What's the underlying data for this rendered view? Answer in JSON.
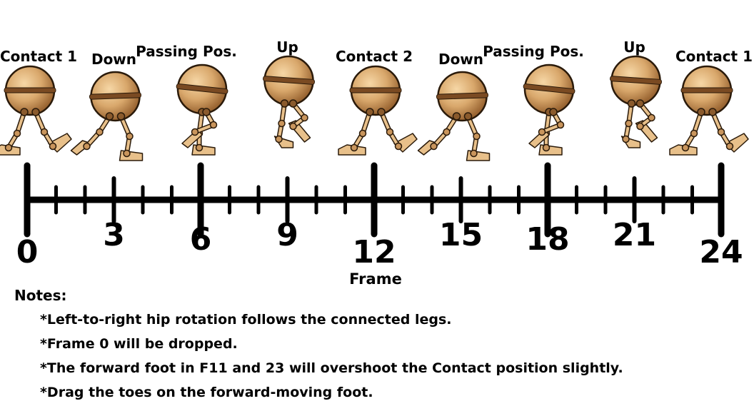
{
  "timeline": {
    "axis_label": "Frame",
    "range": [
      0,
      24
    ],
    "major_ticks": [
      0,
      6,
      12,
      18,
      24
    ],
    "medium_ticks": [
      3,
      9,
      15,
      21
    ],
    "labeled_frames": [
      0,
      3,
      6,
      9,
      12,
      15,
      18,
      21,
      24
    ]
  },
  "poses": [
    {
      "label": "Contact 1",
      "frame": 0,
      "type": "contact"
    },
    {
      "label": "Down",
      "frame": 3,
      "type": "down"
    },
    {
      "label": "Passing Pos.",
      "frame": 6,
      "type": "passing"
    },
    {
      "label": "Up",
      "frame": 9,
      "type": "up"
    },
    {
      "label": "Contact 2",
      "frame": 12,
      "type": "contact"
    },
    {
      "label": "Down",
      "frame": 15,
      "type": "down"
    },
    {
      "label": "Passing Pos.",
      "frame": 18,
      "type": "passing"
    },
    {
      "label": "Up",
      "frame": 21,
      "type": "up"
    },
    {
      "label": "Contact 1",
      "frame": 24,
      "type": "contact"
    }
  ],
  "notes": {
    "title": "Notes:",
    "items": [
      "*Left-to-right hip rotation follows the connected legs.",
      "*Frame 0 will be dropped.",
      "*The forward foot in F11 and 23 will overshoot the Contact position slightly.",
      "*Drag the toes on the forward-moving foot."
    ]
  },
  "colors": {
    "body_light": "#f0c48a",
    "body_mid": "#c9955c",
    "body_dark": "#8a5a2c",
    "band": "#7a4a22",
    "limb": "#e8c08a",
    "outline": "#2a1a0a",
    "line": "#000000"
  }
}
